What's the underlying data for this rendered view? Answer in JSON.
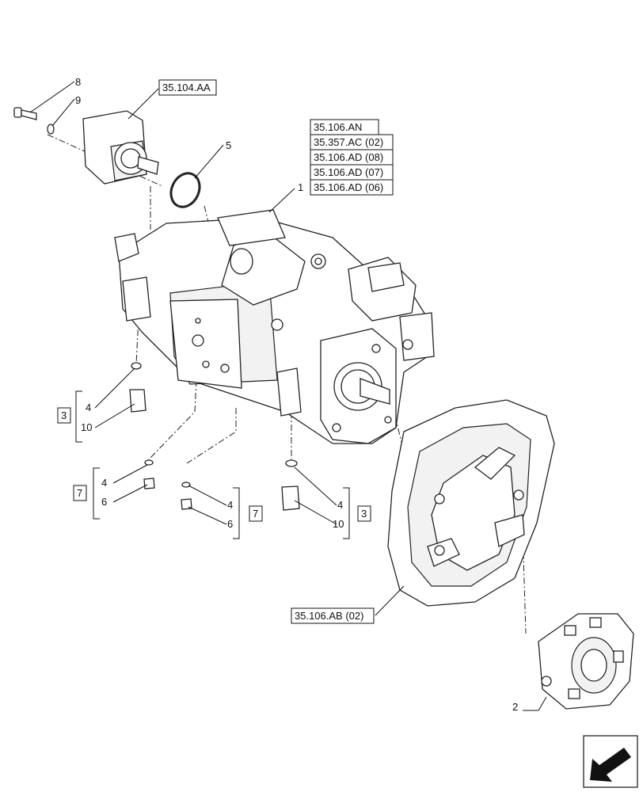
{
  "reference_boxes": {
    "r35_104_AA": "35.104.AA",
    "r35_106_AN": "35.106.AN",
    "r35_357_AC_02": "35.357.AC (02)",
    "r35_106_AD_08": "35.106.AD (08)",
    "r35_106_AD_07": "35.106.AD (07)",
    "r35_106_AD_06": "35.106.AD (06)",
    "r35_106_AB_02": "35.106.AB (02)"
  },
  "callouts": {
    "c1": "1",
    "c2": "2",
    "c5": "5",
    "c8": "8",
    "c9": "9",
    "g1_box": "3",
    "g1_a": "4",
    "g1_b": "10",
    "g2_box": "7",
    "g2_a": "4",
    "g2_b": "6",
    "g3_box": "7",
    "g3_a": "4",
    "g3_b": "6",
    "g4_box": "3",
    "g4_a": "4",
    "g4_b": "10"
  },
  "icons": {
    "nav": "arrow-navigation-icon"
  }
}
